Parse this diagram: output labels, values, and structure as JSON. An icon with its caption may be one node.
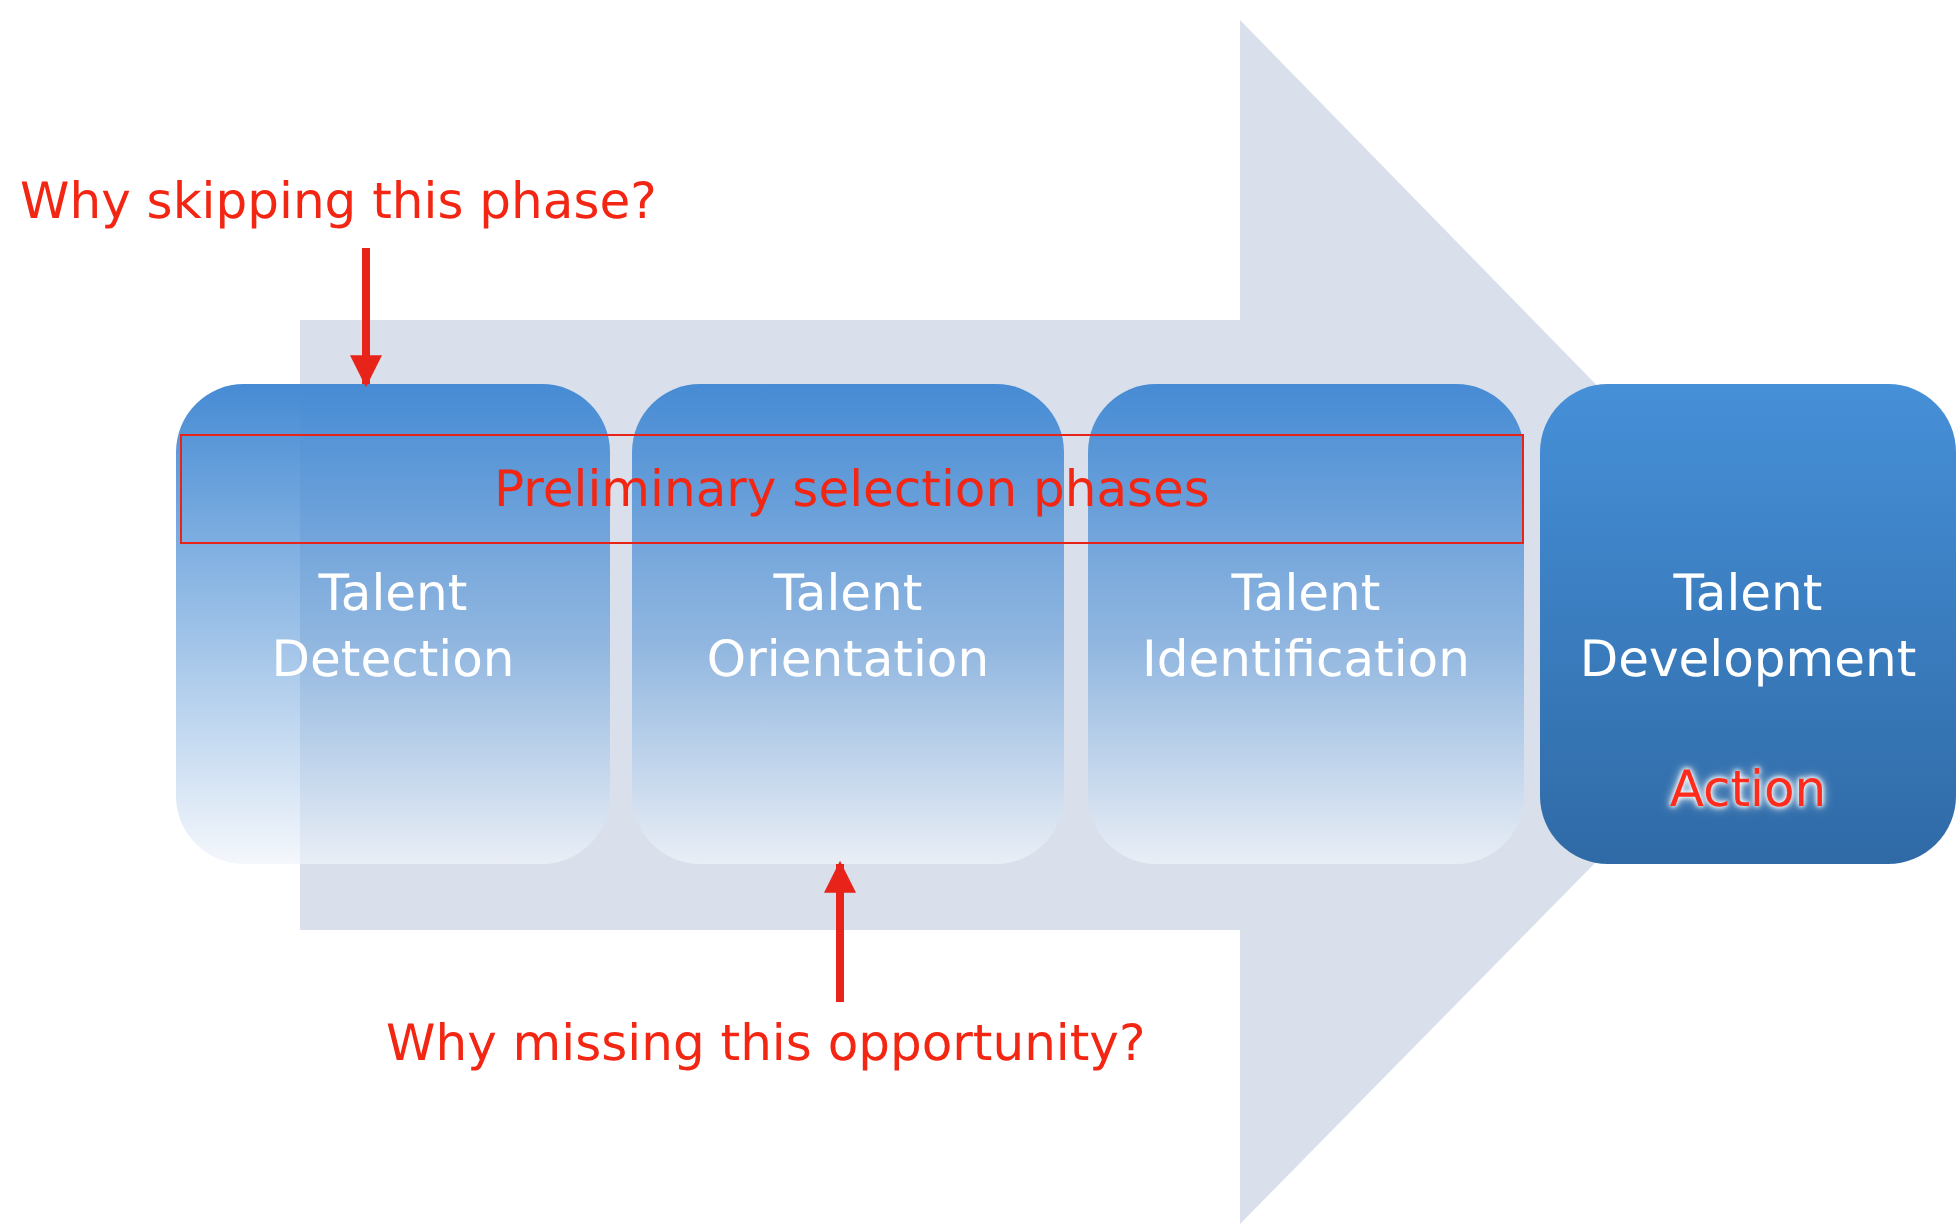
{
  "diagram": {
    "nodes": [
      {
        "text": [
          "Why skipping this phase?"
        ]
      },
      {
        "text": [
          "Preliminary selection phases"
        ]
      },
      {
        "text": [
          "Talent Detection"
        ]
      },
      {
        "text": [
          "Talent Orientation"
        ]
      },
      {
        "text": [
          "Talent Identification"
        ]
      },
      {
        "text": [
          "Talent Development",
          "Action"
        ]
      },
      {
        "text": [
          "Why missing this opportunity?"
        ]
      }
    ],
    "edges": [
      {
        "from": 0,
        "to": 2,
        "arrow": "to"
      },
      {
        "from": 6,
        "to": 3,
        "arrow": "to"
      },
      {
        "from": 2,
        "to": 5,
        "arrow": "to",
        "style": "thick",
        "color": "#d9e0eb"
      }
    ]
  }
}
